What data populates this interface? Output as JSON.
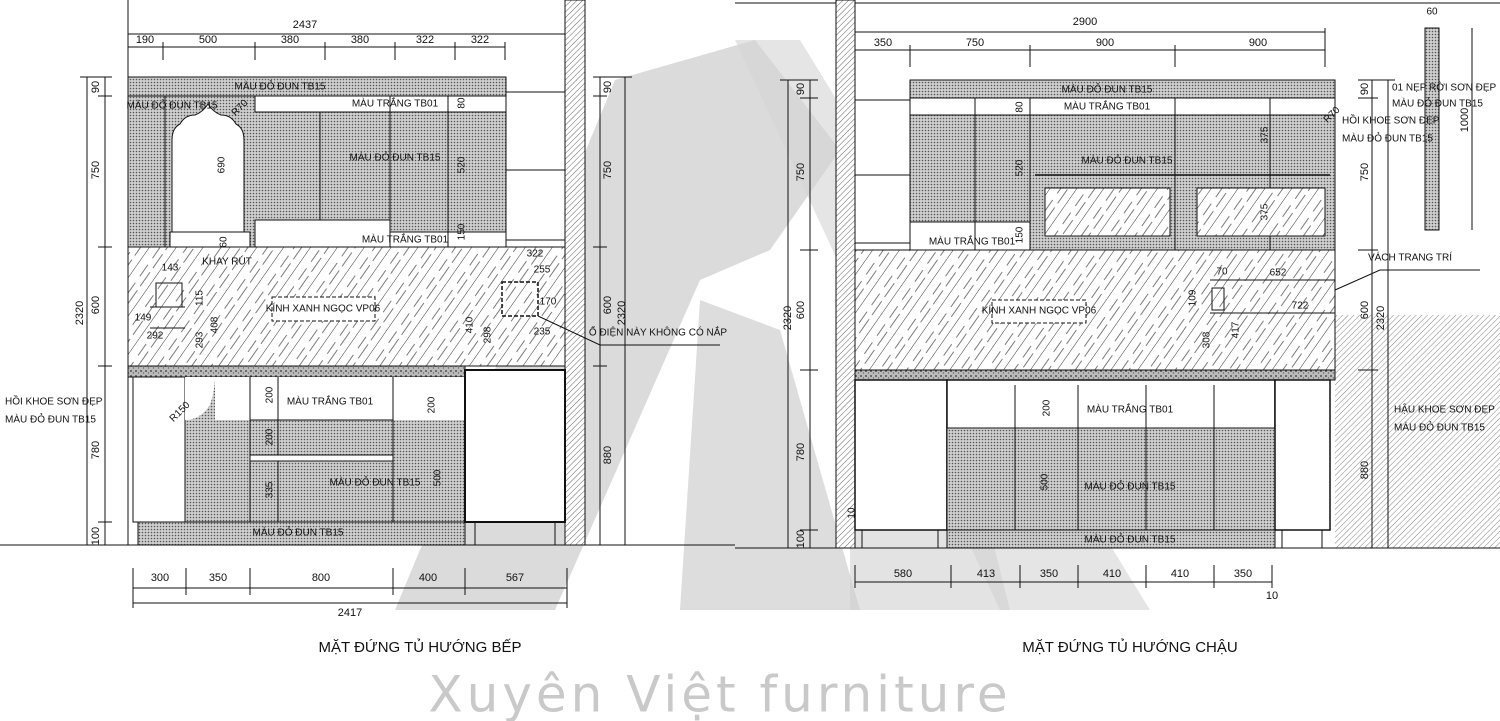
{
  "watermark": {
    "brand_text": "Xuyên Việt furniture",
    "color": "#c9c9c9"
  },
  "left_elevation": {
    "title": "MẶT ĐỨNG TỦ  HƯỚNG BẾP",
    "overall_width_top": "2437",
    "top_dims": [
      "190",
      "500",
      "380",
      "380",
      "322",
      "322"
    ],
    "overall_width_bottom": "2417",
    "bottom_dims": [
      "300",
      "350",
      "800",
      "400",
      "567"
    ],
    "left_heights": [
      "90",
      "750",
      "600",
      "780",
      "100"
    ],
    "left_total": "2320",
    "right_heights": [
      "90",
      "750",
      "600",
      "880"
    ],
    "right_total": "2320",
    "labels": {
      "top_band": "MÀU ĐỎ ĐUN TB15",
      "upper_left": "MÀU ĐỎ ĐUN TB15",
      "upper_white_strip": "MÀU TRẮNG TB01",
      "upper_main": "MÀU ĐỎ ĐUN TB15",
      "upper_bottom_white": "MÀU TRẮNG TB01",
      "drawer": "KHAY RÚT",
      "backsplash": "KÍNH XANH NGỌC VP06",
      "socket_note": "Ổ ĐIỆN NÀY KHÔNG CÓ NẮP",
      "side_note_1": "HỒI KHOE SƠN ĐẸP",
      "side_note_2": "MÀU ĐỎ ĐUN TB15",
      "lower_white": "MÀU TRẮNG TB01",
      "lower_main": "MÀU ĐỎ ĐUN TB15",
      "plinth": "MÀU ĐỎ ĐUN TB15"
    },
    "detail_dims": [
      "R70",
      "80",
      "690",
      "520",
      "60",
      "150",
      "143",
      "115",
      "149",
      "292",
      "293",
      "408",
      "410",
      "298",
      "322",
      "255",
      "170",
      "235",
      "R150",
      "200",
      "200",
      "200",
      "335",
      "500"
    ]
  },
  "right_elevation": {
    "title": "MẶT ĐỨNG TỦ  HƯỚNG CHẬU",
    "overall_width_top": "2900",
    "top_dims": [
      "350",
      "750",
      "900",
      "900"
    ],
    "bottom_dims": [
      "580",
      "413",
      "350",
      "410",
      "410",
      "350",
      "10"
    ],
    "left_heights": [
      "90",
      "750",
      "600",
      "780",
      "100"
    ],
    "left_total": "2320",
    "right_heights": [
      "90",
      "750",
      "600",
      "880"
    ],
    "right_total": "2320",
    "side_panel_width": "60",
    "side_panel_height": "1000",
    "labels": {
      "top_band": "MÀU ĐỎ ĐUN TB15",
      "upper_white_strip": "MÀU TRẮNG TB01",
      "upper_main": "MÀU ĐỎ ĐUN TB15",
      "upper_bottom_white": "MÀU TRẮNG TB01",
      "backsplash": "KÍNH XANH NGỌC VP06",
      "strip_note_1": "01 NẸP RỜI SƠN ĐẸP",
      "strip_note_2": "MÀU ĐỎ ĐUN TB15",
      "side_note_1": "HỒI KHOE SƠN ĐẸP",
      "side_note_2": "MÀU ĐỎ ĐUN TB15",
      "deco_wall": "VÁCH TRANG TRÍ",
      "back_note_1": "HẬU KHOE SƠN ĐẸP",
      "back_note_2": "MÀU ĐỎ ĐUN TB15",
      "lower_white": "MÀU TRẮNG TB01",
      "lower_main": "MÀU ĐỎ ĐUN TB15",
      "plinth": "MÀU ĐỎ ĐUN TB15"
    },
    "detail_dims": [
      "80",
      "520",
      "150",
      "375",
      "375",
      "R70",
      "70",
      "652",
      "109",
      "722",
      "308",
      "417",
      "200",
      "500",
      "10"
    ]
  }
}
